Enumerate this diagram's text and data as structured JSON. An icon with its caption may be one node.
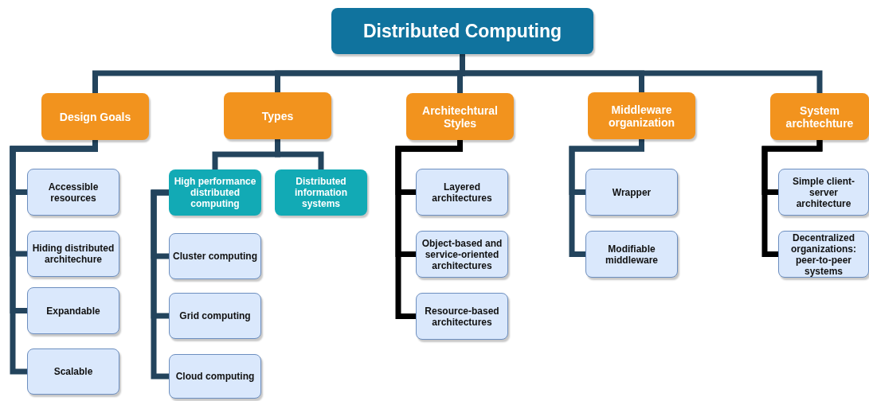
{
  "diagram": {
    "nodes": [
      {
        "text": [
          "Distributed Computing"
        ]
      },
      {
        "text": [
          "Design Goals"
        ]
      },
      {
        "text": [
          "Types"
        ]
      },
      {
        "text": [
          "Architechtural Styles"
        ]
      },
      {
        "text": [
          "Middleware organization"
        ]
      },
      {
        "text": [
          "System archtechture"
        ]
      },
      {
        "text": [
          "Accessible resources"
        ]
      },
      {
        "text": [
          "Hiding distributed architechure"
        ]
      },
      {
        "text": [
          "Expandable"
        ]
      },
      {
        "text": [
          "Scalable"
        ]
      },
      {
        "text": [
          "High performance distributed computing"
        ]
      },
      {
        "text": [
          "Distributed information systems"
        ]
      },
      {
        "text": [
          "Cluster computing"
        ]
      },
      {
        "text": [
          "Grid computing"
        ]
      },
      {
        "text": [
          "Cloud computing"
        ]
      },
      {
        "text": [
          "Layered architectures"
        ]
      },
      {
        "text": [
          "Object-based and service-oriented architectures"
        ]
      },
      {
        "text": [
          "Resource-based architectures"
        ]
      },
      {
        "text": [
          "Wrapper"
        ]
      },
      {
        "text": [
          "Modifiable middleware"
        ]
      },
      {
        "text": [
          "Simple client-server architecture"
        ]
      },
      {
        "text": [
          "Decentralized organizations: peer-to-peer systems"
        ]
      }
    ],
    "edges": [
      {
        "from": 0,
        "to": 1,
        "arrow": "none"
      },
      {
        "from": 0,
        "to": 2,
        "arrow": "none"
      },
      {
        "from": 0,
        "to": 3,
        "arrow": "none"
      },
      {
        "from": 0,
        "to": 4,
        "arrow": "none"
      },
      {
        "from": 0,
        "to": 5,
        "arrow": "none"
      },
      {
        "from": 1,
        "to": 6,
        "arrow": "none"
      },
      {
        "from": 1,
        "to": 7,
        "arrow": "none"
      },
      {
        "from": 1,
        "to": 8,
        "arrow": "none"
      },
      {
        "from": 1,
        "to": 9,
        "arrow": "none"
      },
      {
        "from": 2,
        "to": 10,
        "arrow": "none"
      },
      {
        "from": 2,
        "to": 11,
        "arrow": "none"
      },
      {
        "from": 10,
        "to": 12,
        "arrow": "none"
      },
      {
        "from": 10,
        "to": 13,
        "arrow": "none"
      },
      {
        "from": 10,
        "to": 14,
        "arrow": "none"
      },
      {
        "from": 3,
        "to": 15,
        "arrow": "none",
        "color": "#000000"
      },
      {
        "from": 3,
        "to": 16,
        "arrow": "none",
        "color": "#000000"
      },
      {
        "from": 3,
        "to": 17,
        "arrow": "none",
        "color": "#000000"
      },
      {
        "from": 4,
        "to": 18,
        "arrow": "none"
      },
      {
        "from": 4,
        "to": 19,
        "arrow": "none"
      },
      {
        "from": 5,
        "to": 20,
        "arrow": "none",
        "color": "#000000"
      },
      {
        "from": 5,
        "to": 21,
        "arrow": "none",
        "color": "#000000"
      }
    ]
  }
}
